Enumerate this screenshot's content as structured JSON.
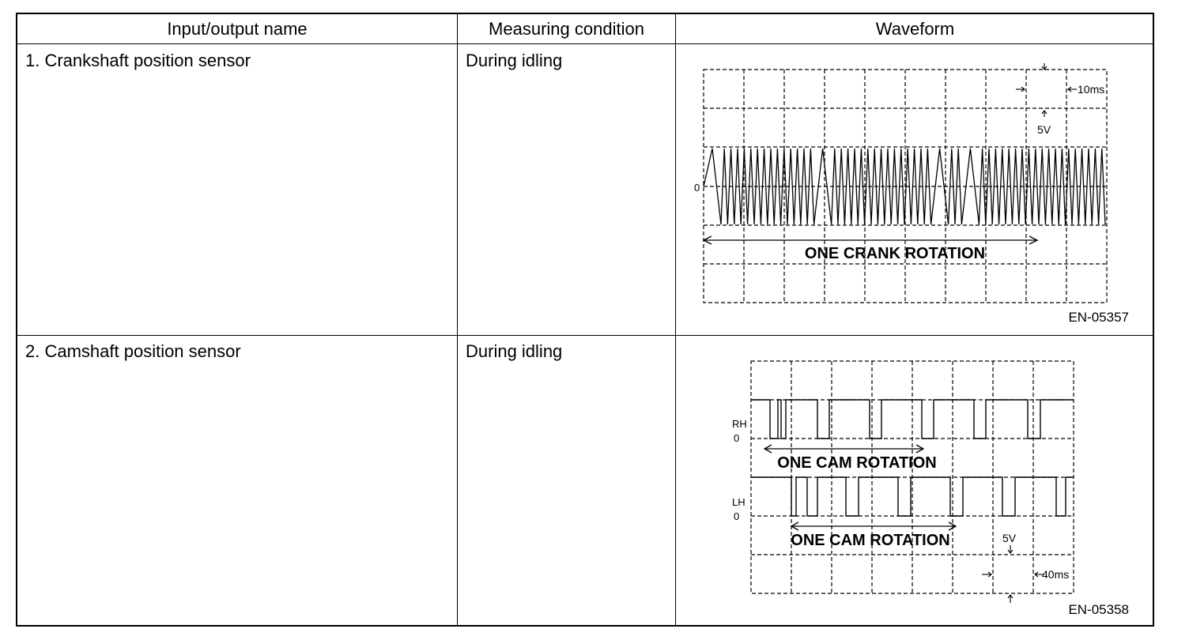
{
  "table": {
    "headers": {
      "name": "Input/output name",
      "condition": "Measuring condition",
      "waveform": "Waveform"
    },
    "rows": [
      {
        "name": "1. Crankshaft position sensor",
        "condition": "During idling",
        "figure": {
          "id": "EN-05357",
          "rotation_label": "ONE CRANK ROTATION",
          "volt_scale": "5V",
          "time_scale": "10ms",
          "zero": "0"
        }
      },
      {
        "name": "2. Camshaft position sensor",
        "condition": "During idling",
        "figure": {
          "id": "EN-05358",
          "rotation_label_rh": "ONE CAM ROTATION",
          "rotation_label_lh": "ONE CAM ROTATION",
          "label_rh": "RH",
          "label_lh": "LH",
          "zero_rh": "0",
          "zero_lh": "0",
          "volt_scale": "5V",
          "time_scale": "40ms"
        }
      }
    ]
  }
}
